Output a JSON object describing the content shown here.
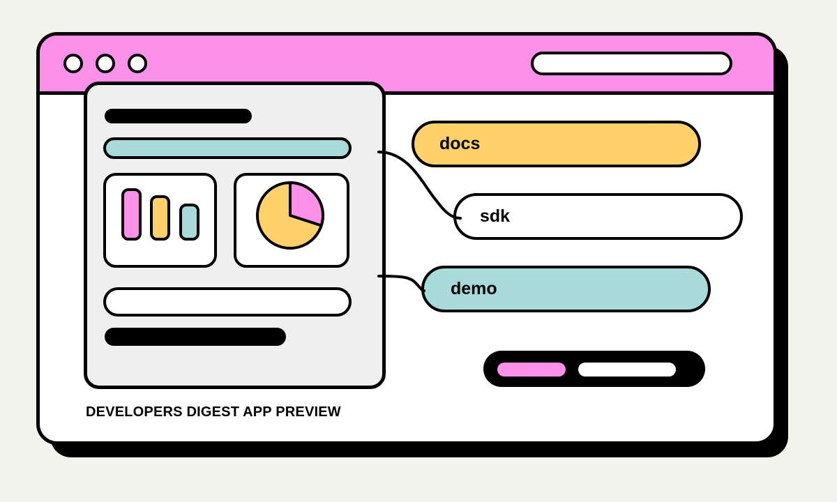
{
  "colors": {
    "accent": "#fd91ea",
    "yellow": "#fed16a",
    "teal": "#a8dada",
    "black": "#000000",
    "gray": "#a8a8a8",
    "card_bg": "#efefef"
  },
  "icons": {
    "window_controls": [
      "circle-icon",
      "circle-icon",
      "circle-icon"
    ],
    "bar_chart": "bar-chart-icon",
    "pie_chart": "pie-chart-icon"
  },
  "preview": {
    "caption": "DEVELOPERS DIGEST APP PREVIEW",
    "pie_share": 0.3
  },
  "links": [
    {
      "label": "docs",
      "color": "#fed16a"
    },
    {
      "label": "sdk",
      "color": "#ffffff"
    },
    {
      "label": "demo",
      "color": "#a8dada"
    }
  ]
}
